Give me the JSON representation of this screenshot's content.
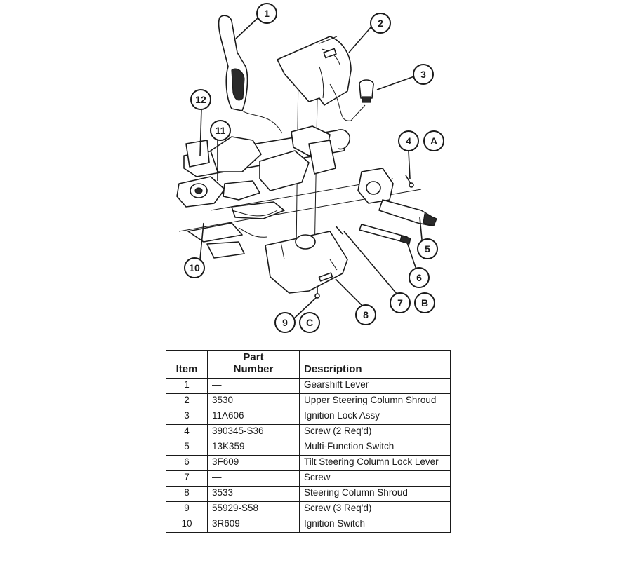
{
  "callouts": [
    {
      "label": "1"
    },
    {
      "label": "2"
    },
    {
      "label": "3"
    },
    {
      "label": "4"
    },
    {
      "label": "A"
    },
    {
      "label": "5"
    },
    {
      "label": "6"
    },
    {
      "label": "7"
    },
    {
      "label": "B"
    },
    {
      "label": "8"
    },
    {
      "label": "9"
    },
    {
      "label": "C"
    },
    {
      "label": "10"
    },
    {
      "label": "11"
    },
    {
      "label": "12"
    }
  ],
  "table": {
    "header": {
      "item": "Item",
      "part_line1": "Part",
      "part_line2": "Number",
      "description": "Description"
    },
    "rows": [
      {
        "item": "1",
        "part": "—",
        "description": "Gearshift Lever"
      },
      {
        "item": "2",
        "part": "3530",
        "description": "Upper Steering Column Shroud"
      },
      {
        "item": "3",
        "part": "11A606",
        "description": "Ignition Lock Assy"
      },
      {
        "item": "4",
        "part": "390345-S36",
        "description": "Screw (2 Req'd)"
      },
      {
        "item": "5",
        "part": "13K359",
        "description": "Multi-Function Switch"
      },
      {
        "item": "6",
        "part": "3F609",
        "description": "Tilt Steering Column Lock Lever"
      },
      {
        "item": "7",
        "part": "—",
        "description": "Screw"
      },
      {
        "item": "8",
        "part": "3533",
        "description": "Steering Column Shroud"
      },
      {
        "item": "9",
        "part": "55929-S58",
        "description": "Screw (3 Req'd)"
      },
      {
        "item": "10",
        "part": "3R609",
        "description": "Ignition Switch"
      }
    ]
  }
}
